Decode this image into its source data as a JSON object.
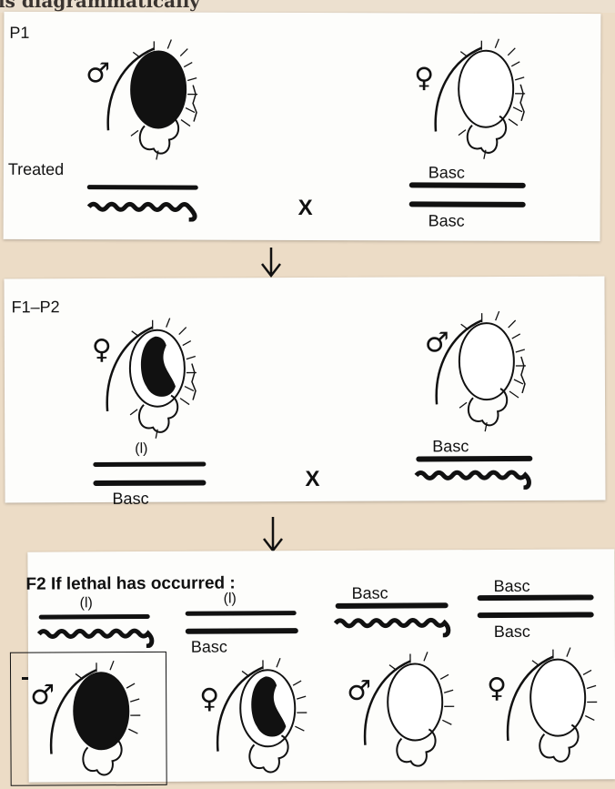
{
  "page_header": "is diagrammatically",
  "icons": {
    "male": "male-symbol",
    "female": "female-symbol",
    "fly": "drosophila-fly-icon",
    "arrow": "down-arrow-icon"
  },
  "p1": {
    "generation": "P1",
    "male_symbol": "♂",
    "female_symbol": "♀",
    "treated_label": "Treated",
    "cross_symbol": "X",
    "female_chrom_top": "Basc",
    "female_chrom_bottom": "Basc"
  },
  "f1": {
    "generation": "F1–P2",
    "female_symbol": "♀",
    "male_symbol": "♂",
    "lethal_label": "(l)",
    "female_chrom_bottom": "Basc",
    "male_chrom_top": "Basc",
    "cross_symbol": "X"
  },
  "f2": {
    "title": "F2  If lethal has occurred :",
    "offspring": [
      {
        "symbol": "♂",
        "chrom_top": "(l)",
        "chrom_bottom": ""
      },
      {
        "symbol": "♀",
        "chrom_top": "(l)",
        "chrom_bottom": "Basc"
      },
      {
        "symbol": "♂",
        "chrom_top": "Basc",
        "chrom_bottom": ""
      },
      {
        "symbol": "♀",
        "chrom_top": "Basc",
        "chrom_bottom": "Basc"
      }
    ]
  }
}
